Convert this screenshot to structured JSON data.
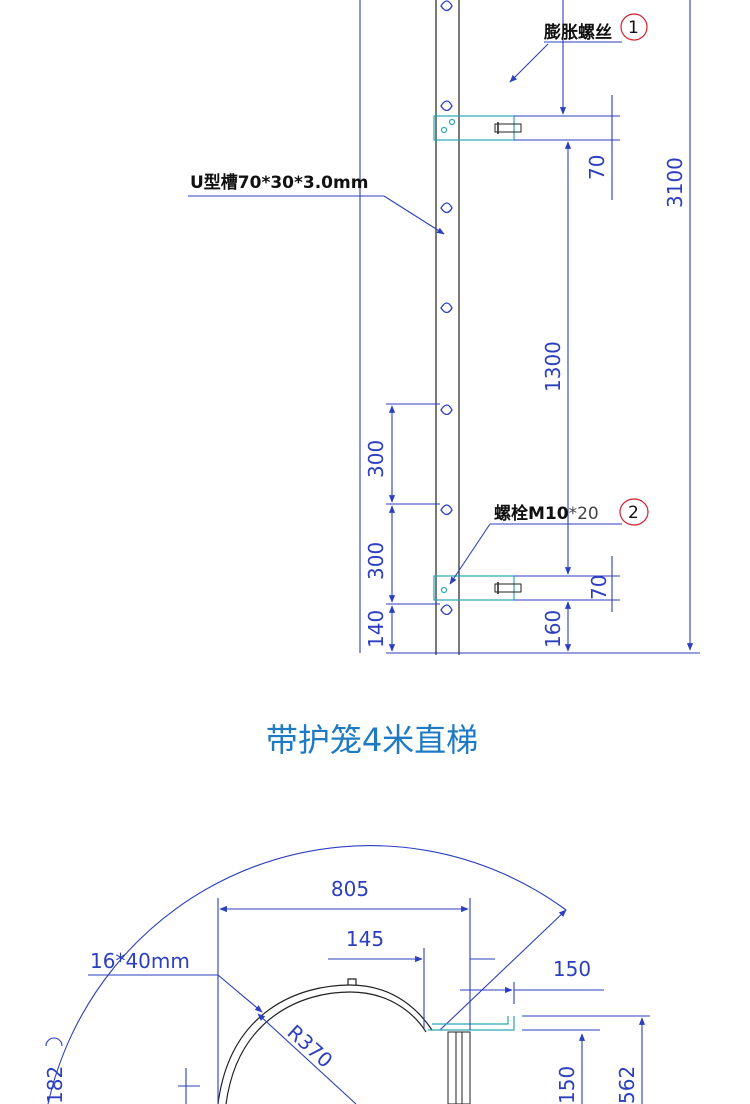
{
  "elevation": {
    "dimensions": {
      "d70_top": "70",
      "d3100": "3100",
      "d1300": "1300",
      "d300_upper": "300",
      "d300_lower": "300",
      "d140": "140",
      "d70_bottom": "70",
      "d160": "160"
    },
    "callouts": {
      "expansion_bolt": {
        "label": "膨胀螺丝",
        "number": "1"
      },
      "channel": {
        "label": "U型槽70*30*3.0mm"
      },
      "bolt": {
        "label_bold": "螺栓M10",
        "label_rest": "*20",
        "number": "2"
      }
    }
  },
  "section_title": "带护笼4米直梯",
  "plan": {
    "dimensions": {
      "d805": "805",
      "d145": "145",
      "d150_top": "150",
      "d16x40": "16*40mm",
      "r370": "R370",
      "d150_side": "150",
      "d562": "562",
      "d182": "182"
    }
  }
}
